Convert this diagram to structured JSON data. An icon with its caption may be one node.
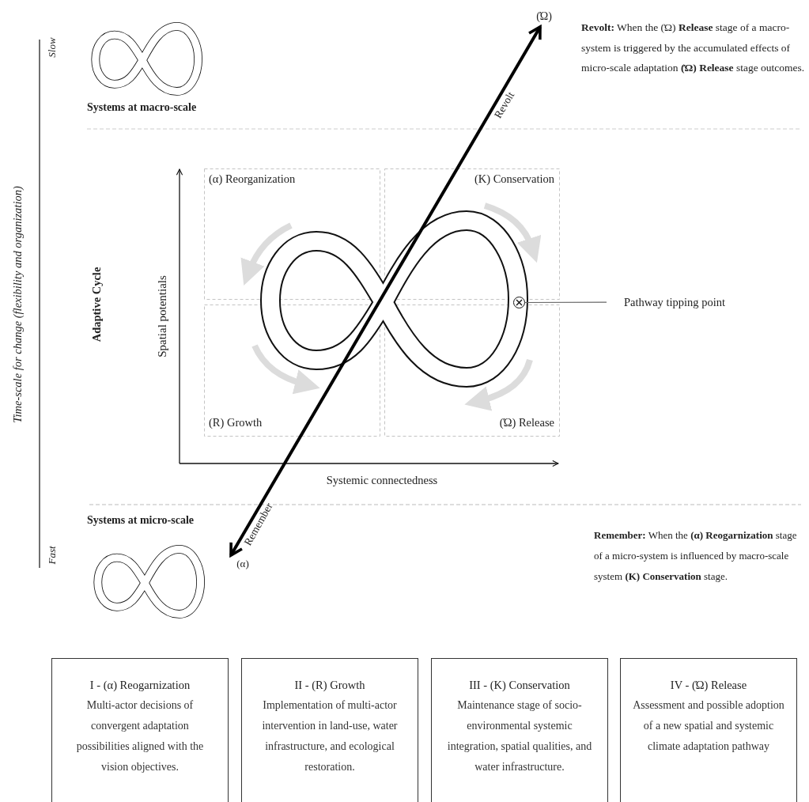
{
  "diagram": {
    "nodes": [
      {
        "text": [
          "(Ώ)"
        ]
      },
      {
        "text": [
          "(α)"
        ]
      },
      {
        "text": [],
        "shape": "circle"
      },
      {
        "text": [
          "Pathway tipping point"
        ]
      },
      {
        "text": [
          "I - (α) Reogarnization",
          "Multi-actor decisions of convergent adaptation possibilities aligned with the vision objectives."
        ]
      },
      {
        "text": [
          "II - (R) Growth",
          "Implementation of multi-actor intervention in land-use, water infrastructure, and ecological restoration."
        ]
      },
      {
        "text": [
          "III - (K) Conservation",
          "Maintenance stage of socio-environmental systemic integration, spatial qualities, and water infrastructure."
        ]
      },
      {
        "text": [
          "IV - (Ώ) Release",
          "Assessment and possible adoption of a new spatial and systemic climate adaptation pathway"
        ]
      }
    ],
    "edges": [
      {
        "from": 1,
        "to": 0,
        "arrow": "both",
        "style": "thick",
        "label": "Revolt"
      },
      {
        "from": 3,
        "to": 2,
        "arrow": "none",
        "color": "#666666"
      }
    ],
    "labels": [
      "Slow",
      "Systems at macro-scale",
      "**Revolt:** When the (Ώ) **Release** stage of a macro-system is triggered by the accumulated effects of micro-scale adaptation **(Ώ) Release** stage outcomes.",
      "Time-scale for change (flexibility and organization)",
      "(α) Reorganization",
      "(K) Conservation",
      "Adaptive Cycle",
      "Spatial potentials",
      "(R) Growth",
      "(Ώ) Release",
      "Systemic connectedness",
      "Remember",
      "Systems at micro-scale",
      "**Remember:** When the **(α) Reogarnization** stage of a micro-system is influenced by macro-scale system **(K) Conservation** stage.",
      "Fast"
    ]
  }
}
